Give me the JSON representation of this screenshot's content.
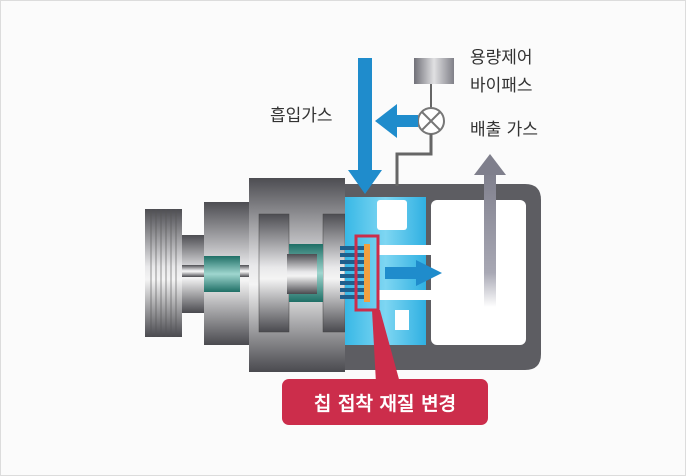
{
  "diagram": {
    "labels": {
      "suction_gas": "흡입가스",
      "capacity_control_line1": "용량제어",
      "capacity_control_line2": "바이패스",
      "discharge_gas": "배출 가스"
    },
    "callout": "칩 접착 재질 변경",
    "colors": {
      "flow_arrow": "#1f8ccc",
      "callout": "#cc2d4b",
      "chamber": "#3fc0ea",
      "housing": "#5a5a5e",
      "accent_teal": "#2e8b80",
      "exhaust_arrow": "#8a8a96"
    }
  }
}
